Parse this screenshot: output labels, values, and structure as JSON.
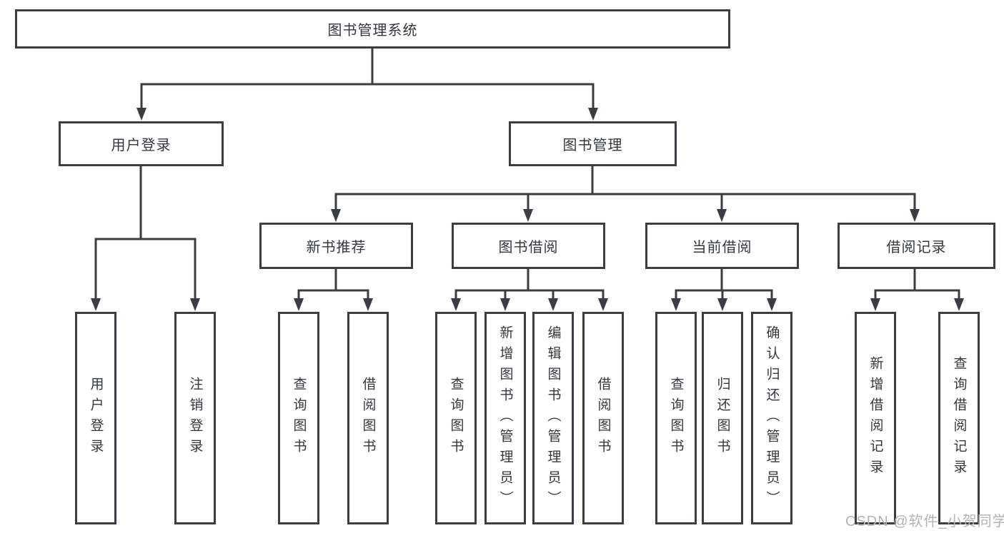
{
  "diagram_type": "tree",
  "root": {
    "label": "图书管理系统"
  },
  "branches": [
    {
      "label": "用户登录",
      "leaves": [
        {
          "label": "用户登录"
        },
        {
          "label": "注销登录"
        }
      ]
    },
    {
      "label": "图书管理",
      "children": [
        {
          "label": "新书推荐",
          "leaves": [
            {
              "label": "查询图书"
            },
            {
              "label": "借阅图书"
            }
          ]
        },
        {
          "label": "图书借阅",
          "leaves": [
            {
              "label": "查询图书"
            },
            {
              "label": "新增图书（管理员）"
            },
            {
              "label": "编辑图书（管理员）"
            },
            {
              "label": "借阅图书"
            }
          ]
        },
        {
          "label": "当前借阅",
          "leaves": [
            {
              "label": "查询图书"
            },
            {
              "label": "归还图书"
            },
            {
              "label": "确认归还（管理员）"
            }
          ]
        },
        {
          "label": "借阅记录",
          "leaves": [
            {
              "label": "新增借阅记录"
            },
            {
              "label": "查询借阅记录"
            }
          ]
        }
      ]
    }
  ],
  "watermark": {
    "text": "CSDN @软件_小贺同学"
  },
  "colors": {
    "line": "#3a3d41",
    "text": "#34373c",
    "watermark": "#b3b3b3",
    "background": "#ffffff"
  }
}
